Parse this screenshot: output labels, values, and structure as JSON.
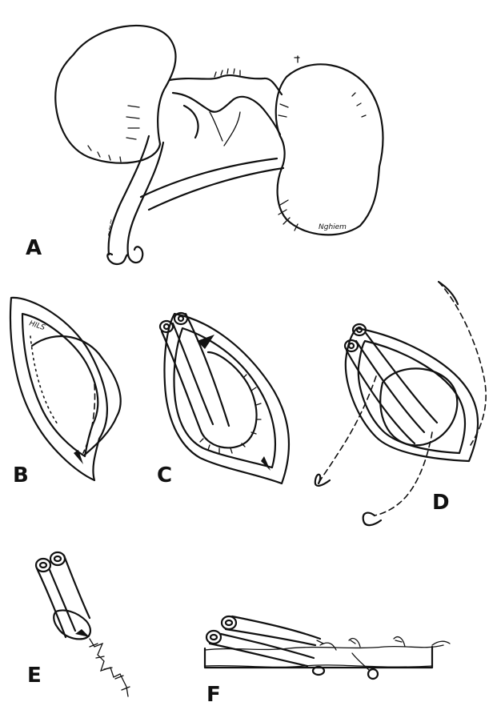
{
  "labels": {
    "a": "A",
    "b": "B",
    "c": "C",
    "d": "D",
    "e": "E",
    "f": "F"
  },
  "annotations": {
    "hilus": "HILS",
    "signature": "Nghiem"
  }
}
